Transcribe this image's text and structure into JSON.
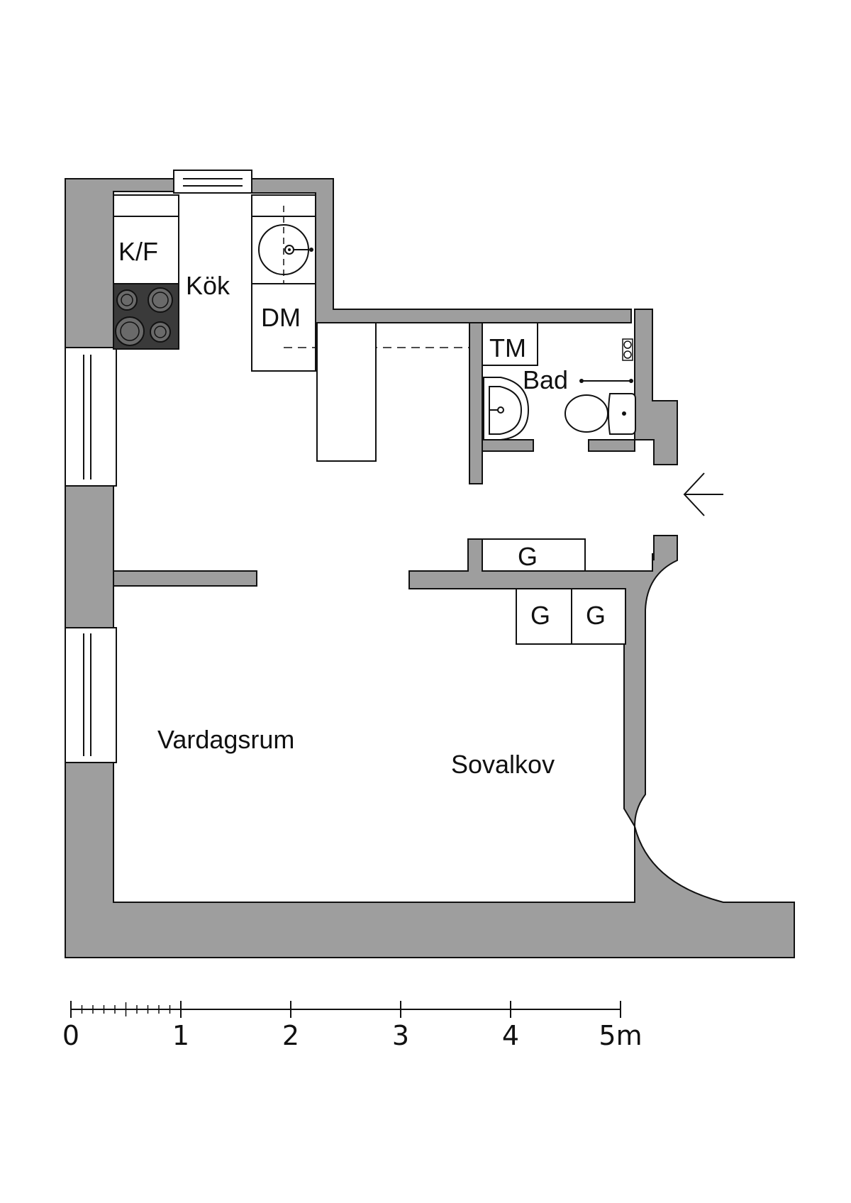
{
  "rooms": {
    "kitchen": "Kök",
    "living": "Vardagsrum",
    "alcove": "Sovalkov",
    "bath": "Bad"
  },
  "fixtures": {
    "fridge_freezer": "K/F",
    "dishwasher": "DM",
    "washer": "TM",
    "wardrobe_1": "G",
    "wardrobe_2": "G",
    "wardrobe_3": "G"
  },
  "scale": {
    "labels": [
      "0",
      "1",
      "2",
      "3",
      "4",
      "5m"
    ]
  },
  "colors": {
    "wall": "#9e9e9e",
    "stove": "#3a3a3a",
    "line": "#111111"
  },
  "icons": {
    "entrance": "entrance-arrow-icon",
    "stove": "stove-icon",
    "sink": "sink-icon",
    "washbasin": "washbasin-icon",
    "toilet": "toilet-icon",
    "shower": "shower-icon"
  }
}
